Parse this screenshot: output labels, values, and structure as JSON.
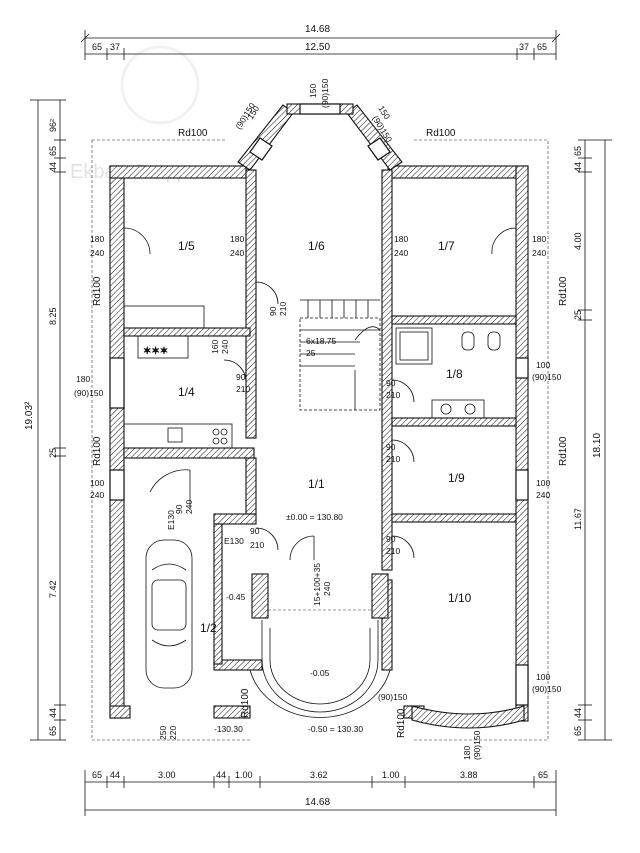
{
  "overall": {
    "top_total": "14.68",
    "top_inner": "12.50",
    "top_left": [
      "65",
      "37"
    ],
    "top_right": [
      "37",
      "65"
    ],
    "bottom_total": "14.68"
  },
  "bottom_segments": [
    "65",
    "44",
    "3.00",
    "44",
    "1.00",
    "3.62",
    "1.00",
    "3.88",
    "65"
  ],
  "left_dims": {
    "total": "19.03²",
    "seg_top_a": "96²",
    "seg_top_b": "65",
    "seg_top_c": "44",
    "seg_8": "8.25",
    "seg_25": "25",
    "seg_742": "7.42",
    "seg_b44": "44",
    "seg_b65": "65"
  },
  "right_dims": {
    "total": "18.10",
    "seg_65": "65",
    "seg_44": "44",
    "seg_400": "4.00",
    "seg_25": "25",
    "seg_1167": "11.67",
    "seg_b44": "44",
    "seg_b65": "65"
  },
  "rooms": {
    "r15": "1/5",
    "r16": "1/6",
    "r17": "1/7",
    "r14": "1/4",
    "r18": "1/8",
    "r11": "1/1",
    "r19": "1/9",
    "r12": "1/2",
    "r110": "1/10"
  },
  "labels": {
    "rd_tl": "Rd100",
    "rd_tr": "Rd100",
    "rd_l1": "Rd100",
    "rd_l2": "Rd100",
    "rd_r1": "Rd100",
    "rd_r2": "Rd100",
    "rd_b1": "Rd100",
    "rd_b2": "Rd100",
    "bay_top": "150",
    "bay_top2": "(90)150",
    "bay_l": "150",
    "bay_l2": "(90)150",
    "bay_r": "150",
    "bay_r2": "(90)150",
    "w180a": "180",
    "w240a": "240",
    "w180b": "180",
    "w240b": "240",
    "w180c": "180",
    "w240c": "240",
    "w180d": "180",
    "w240d": "240",
    "d90a": "90",
    "d210a": "210",
    "d90b": "90",
    "d210b": "210",
    "d90c": "90",
    "d210c": "210",
    "d90d": "90",
    "d210d": "210",
    "d90e": "90",
    "d210e": "210",
    "d90f": "90",
    "d210f": "210",
    "d160": "160",
    "d240": "240",
    "w180e": "180",
    "w90e": "(90)150",
    "stairs": "6x18.75",
    "stairs2": "25",
    "w100a": "100",
    "w100a2": "(90)150",
    "w100b": "100",
    "w100b2": "240",
    "w100c": "100",
    "w100c2": "240",
    "w100d": "100",
    "w100d2": "(90)150",
    "w100e": "(90)150",
    "e130a": "E130",
    "e130b": "E130",
    "d90g": "90",
    "d240g": "240",
    "level1": "±0.00 = 130.80",
    "level2": "-0.45",
    "level3": "-0.05",
    "level4": "-0.50 = 130.30",
    "level5": "-130.30",
    "entry": "15+100+35",
    "entry2": "240",
    "g250": "250",
    "g220": "220",
    "w180f": "180",
    "w90f": "(90)150"
  },
  "watermark": "Ekbaa Gruppen"
}
